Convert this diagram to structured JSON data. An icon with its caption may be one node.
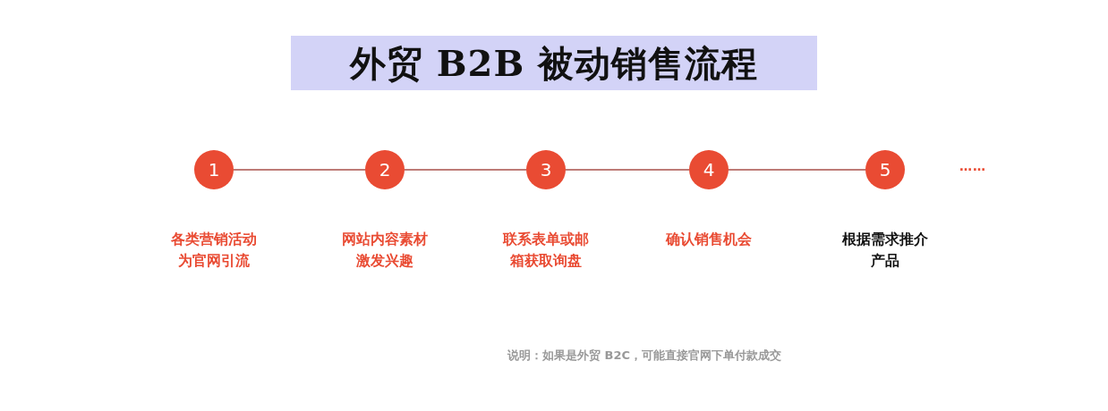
{
  "diagram": {
    "title": "外贸 B2B 被动销售流程",
    "caption": "说明：如果是外贸 B2C，可能直接官网下单付款成交",
    "nodes": [
      {
        "text": [
          "1"
        ],
        "beside": [
          "各类营销活动为官网引流"
        ]
      },
      {
        "text": [
          "2"
        ],
        "beside": [
          "网站内容素材激发兴趣"
        ]
      },
      {
        "text": [
          "3"
        ],
        "beside": [
          "联系表单或邮箱获取询盘"
        ]
      },
      {
        "text": [
          "4"
        ],
        "beside": [
          "确认销售机会"
        ]
      },
      {
        "text": [
          "5"
        ],
        "beside": [
          "根据需求推介产品"
        ]
      }
    ],
    "edges": [
      {
        "from": 0,
        "to": 1,
        "arrow": "none"
      },
      {
        "from": 1,
        "to": 2,
        "arrow": "none"
      },
      {
        "from": 2,
        "to": 3,
        "arrow": "none"
      },
      {
        "from": 3,
        "to": 4,
        "arrow": "none"
      }
    ],
    "labels": [
      "……"
    ]
  }
}
